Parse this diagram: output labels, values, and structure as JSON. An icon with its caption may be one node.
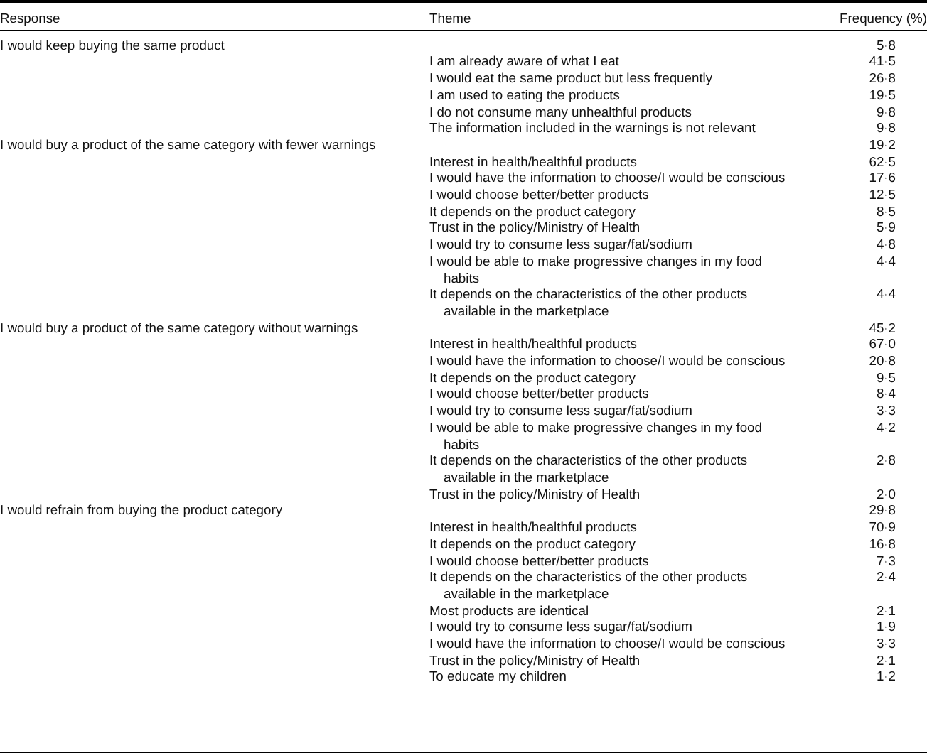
{
  "diagram": {
    "labels": [
      "Response",
      "Theme",
      "Frequency (%)",
      "I would keep buying the same product",
      "5·8",
      "I am already aware of what I eat",
      "41·5",
      "I would eat the same product but less frequently",
      "26·8",
      "I am used to eating the products",
      "19·5",
      "I do not consume many unhealthful products",
      "9·8",
      "The information included in the warnings is not relevant",
      "9·8",
      "I would buy a product of the same category with fewer warnings",
      "19·2",
      "Interest in health/healthful products",
      "62·5",
      "I would have the information to choose/I would be conscious",
      "17·6",
      "I would choose better/better products",
      "12·5",
      "It depends on the product category",
      "8·5",
      "Trust in the policy/Ministry of Health",
      "5·9",
      "I would try to consume less sugar/fat/sodium",
      "4·8",
      "I would be able to make progressive changes in my food habits",
      "4·4",
      "It depends on the characteristics of the other products available in the marketplace",
      "4·4",
      "I would buy a product of the same category without warnings",
      "45·2",
      "Interest in health/healthful products",
      "67·0",
      "I would have the information to choose/I would be conscious",
      "20·8",
      "It depends on the product category",
      "9·5",
      "I would choose better/better products",
      "8·4",
      "I would try to consume less sugar/fat/sodium",
      "3·3",
      "I would be able to make progressive changes in my food habits",
      "4·2",
      "It depends on the characteristics of the other products available in the marketplace",
      "2·8",
      "Trust in the policy/Ministry of Health",
      "2·0",
      "I would refrain from buying the product category",
      "29·8",
      "Interest in health/healthful products",
      "70·9",
      "It depends on the product category",
      "16·8",
      "I would choose better/better products",
      "7·3",
      "It depends on the characteristics of the other products available in the marketplace",
      "2·4",
      "Most products are identical",
      "2·1",
      "I would try to consume less sugar/fat/sodium",
      "1·9",
      "I would have the information to choose/I would be conscious",
      "3·3",
      "Trust in the policy/Ministry of Health",
      "2·1",
      "To educate my children",
      "1·2"
    ]
  }
}
